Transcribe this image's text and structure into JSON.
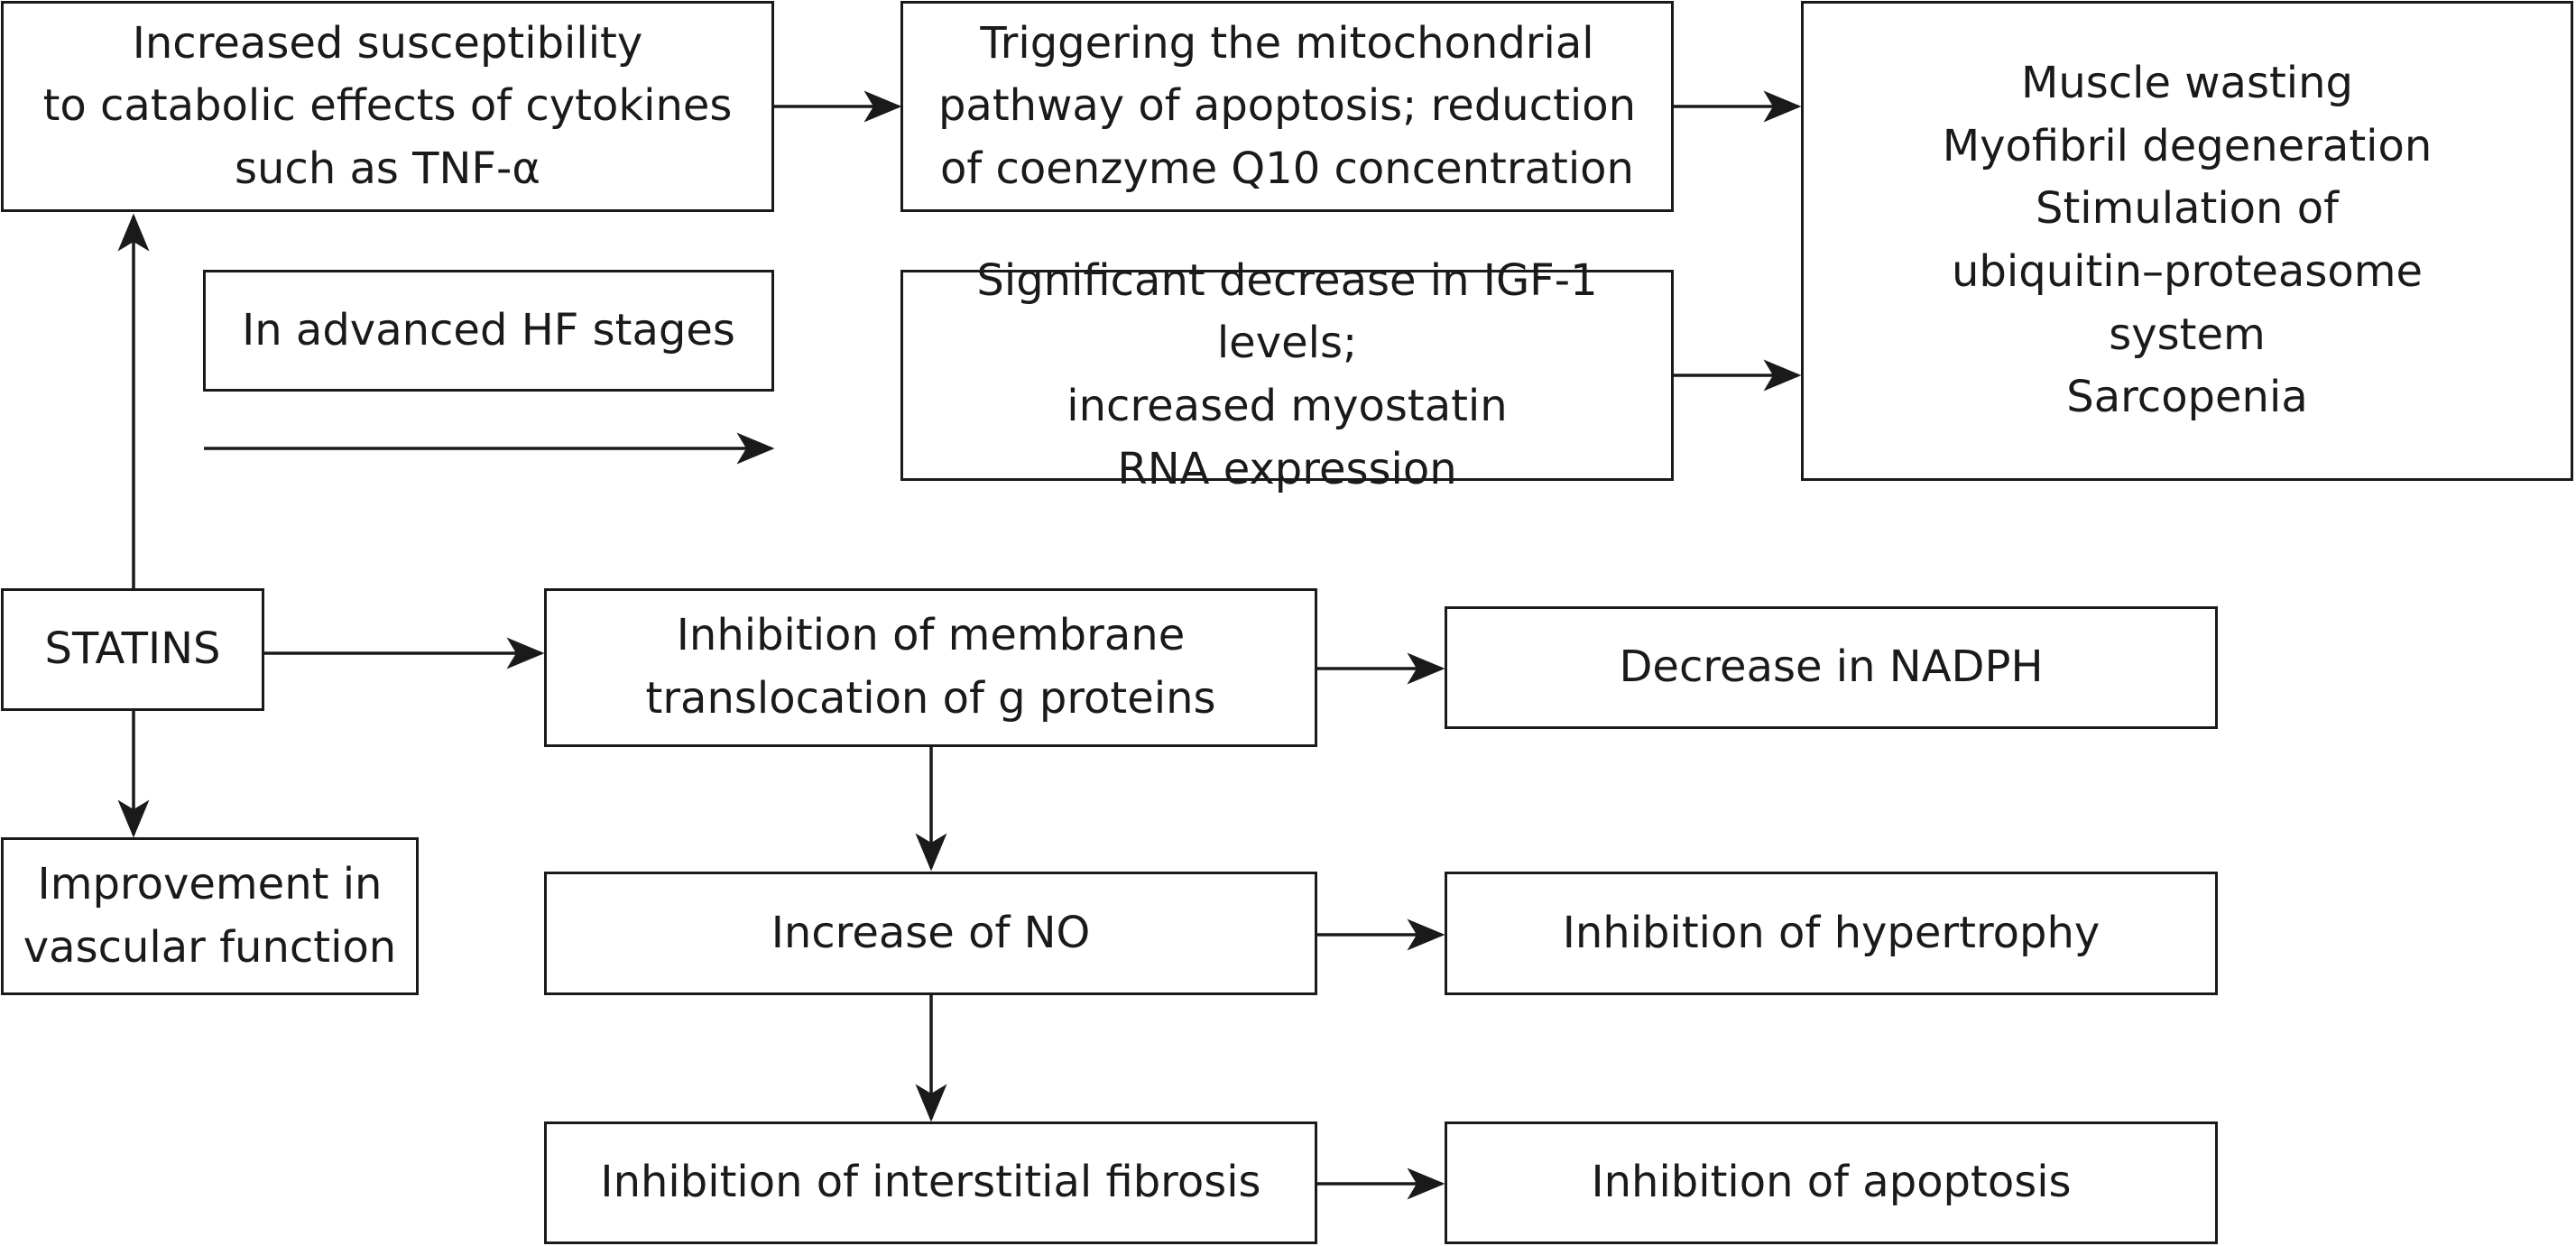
{
  "diagram": {
    "nodes": {
      "susceptibility": "Increased susceptibility\nto catabolic effects of cytokines\nsuch as TNF-α",
      "mitochondrial": "Triggering the mitochondrial\npathway of apoptosis; reduction\nof coenzyme Q10 concentration",
      "muscle_effects": "Muscle wasting\nMyofibril degeneration\nStimulation of\nubiquitin–proteasome\nsystem\nSarcopenia",
      "advanced_hf": "In advanced HF stages",
      "igf1": "Significant decrease in IGF-1 levels;\nincreased myostatin\nRNA expression",
      "statins": "STATINS",
      "g_proteins": "Inhibition of membrane\ntranslocation of g proteins",
      "nadph": "Decrease in NADPH",
      "vascular": "Improvement in\nvascular function",
      "no_increase": "Increase of NO",
      "hypertrophy": "Inhibition of hypertrophy",
      "fibrosis": "Inhibition of interstitial fibrosis",
      "apoptosis": "Inhibition of apoptosis"
    },
    "edges": [
      {
        "from": "statins",
        "to": "susceptibility"
      },
      {
        "from": "statins",
        "to": "g_proteins"
      },
      {
        "from": "statins",
        "to": "vascular"
      },
      {
        "from": "susceptibility",
        "to": "mitochondrial"
      },
      {
        "from": "mitochondrial",
        "to": "muscle_effects"
      },
      {
        "from": "igf1",
        "to": "muscle_effects"
      },
      {
        "from": "g_proteins",
        "to": "nadph"
      },
      {
        "from": "g_proteins",
        "to": "no_increase"
      },
      {
        "from": "no_increase",
        "to": "hypertrophy"
      },
      {
        "from": "no_increase",
        "to": "fibrosis"
      },
      {
        "from": "fibrosis",
        "to": "apoptosis"
      }
    ]
  }
}
